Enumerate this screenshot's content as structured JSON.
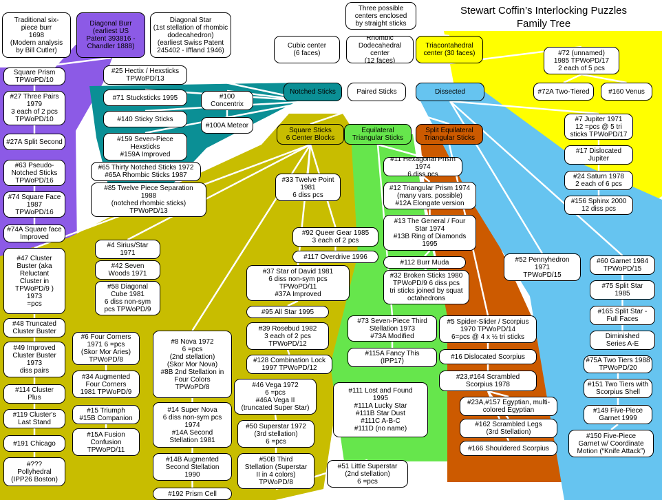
{
  "title": "Stewart Coffin’s Interlocking Puzzles\nFamily Tree",
  "colors": {
    "purple": "#8c5ae6",
    "teal": "#0b8f95",
    "olive": "#c8bd00",
    "yellow": "#ffff00",
    "green": "#66e64c",
    "orange": "#cc5a00",
    "blue": "#66c4f0"
  },
  "nodes": [
    {
      "id": "root",
      "text": "Three possible\ncenters enclosed\nby straight sticks"
    },
    {
      "id": "cubic",
      "text": "Cubic center\n(6 faces)"
    },
    {
      "id": "rhombic",
      "text": "Rhombic\nDodecahedral\ncenter\n(12 faces)"
    },
    {
      "id": "triac",
      "text": "Triacontahedral\ncenter (30 faces)"
    },
    {
      "id": "trad",
      "text": "Traditional six-\npiece burr\n1698\n(Modern analysis\nby Bill Cutler)"
    },
    {
      "id": "diagburr",
      "text": "Diagonal Burr\n(earliest US\nPatent 393816 -\nChandler 1888)"
    },
    {
      "id": "diagstar",
      "text": "Diagonal Star\n(1st stellation of rhombic\ndodecahedron)\n(earliest Swiss Patent\n245402 - Iffland 1946)"
    },
    {
      "id": "sqprism",
      "text": "Square Prism\nTPWoPD/10"
    },
    {
      "id": "n27",
      "text": "#27 Three Pairs\n1979\n3 each of 2 pcs\nTPWoPD/10"
    },
    {
      "id": "n27a",
      "text": "#27A Split Second"
    },
    {
      "id": "n63",
      "text": "#63 Pseudo-\nNotched Sticks\nTPWoPD/16"
    },
    {
      "id": "n74",
      "text": "#74 Square Face\n1987\nTPWoPD/16"
    },
    {
      "id": "n74a",
      "text": "#74A Square face\nImproved"
    },
    {
      "id": "n25",
      "text": "#25 Hectix / Hexsticks\nTPWoPD/13"
    },
    {
      "id": "n71",
      "text": "#71 Stucksticks 1995"
    },
    {
      "id": "n100",
      "text": "#100\nConcentrix"
    },
    {
      "id": "n100a",
      "text": "#100A Meteor"
    },
    {
      "id": "n140",
      "text": "#140 Sticky Sticks"
    },
    {
      "id": "n159",
      "text": "#159 Seven-Piece\nHexsticks\n#159A Improved"
    },
    {
      "id": "n65",
      "text": "#65 Thirty Notched Sticks 1972\n#65A Rhombic Sticks 1987"
    },
    {
      "id": "n85",
      "text": "#85 Twelve Piece Separation\n1988\n(notched rhombic sticks)\nTPWoPD/13"
    },
    {
      "id": "notched",
      "text": "Notched Sticks"
    },
    {
      "id": "paired",
      "text": "Paired Sticks"
    },
    {
      "id": "dissected",
      "text": "Dissected"
    },
    {
      "id": "sqsticks",
      "text": "Square Sticks\n6 Center Blocks"
    },
    {
      "id": "eqtri",
      "text": "Equilateral\nTriangular Sticks"
    },
    {
      "id": "spliteq",
      "text": "Split Equilateral\nTriangular Sticks"
    },
    {
      "id": "n72",
      "text": "#72 (unnamed)\n1985 TPWoPD/17\n2 each of 5 pcs"
    },
    {
      "id": "n72a",
      "text": "#72A Two-Tiered"
    },
    {
      "id": "n160",
      "text": "#160 Venus"
    },
    {
      "id": "n7",
      "text": "#7 Jupiter 1971\n12 =pcs @ 5 tri\nsticks TPWoPD/17"
    },
    {
      "id": "n17",
      "text": "#17 Dislocated\nJupiter"
    },
    {
      "id": "n24",
      "text": "#24 Saturn 1978\n2 each of 6 pcs"
    },
    {
      "id": "n156",
      "text": "#156 Sphinx 2000\n12 diss pcs"
    },
    {
      "id": "n33",
      "text": "#33 Twelve Point\n1981\n6 diss pcs"
    },
    {
      "id": "n11",
      "text": "#11 Hexagonal Prism 1974\n6 diss pcs"
    },
    {
      "id": "n12",
      "text": "#12 Triangular Prism 1974\n(many vars. possible)\n#12A Elongate version"
    },
    {
      "id": "n13",
      "text": "#13 The General / Four\nStar 1974\n#13B Ring of Diamonds\n1995"
    },
    {
      "id": "n92",
      "text": "#92 Queer Gear 1985\n3 each of 2 pcs"
    },
    {
      "id": "n117",
      "text": "#117 Overdrive 1996"
    },
    {
      "id": "n112",
      "text": "#112 Burr Muda"
    },
    {
      "id": "n32",
      "text": "#32 Broken Sticks 1980\nTPWoPD/9 6 diss pcs\ntri sticks joined by squat\noctahedrons"
    },
    {
      "id": "n4",
      "text": "#4 Sirius/Star\n1971"
    },
    {
      "id": "n42",
      "text": "#42 Seven\nWoods 1971"
    },
    {
      "id": "n58",
      "text": "#58 Diagonal\nCube 1981\n6 diss non-sym\npcs TPWoPD/9"
    },
    {
      "id": "n47",
      "text": "#47 Cluster\nBuster (aka\nReluctant\nCluster in\nTPWoPD/9 )\n1973\n=pcs"
    },
    {
      "id": "n48",
      "text": "#48 Truncated\nCluster Buster"
    },
    {
      "id": "n49",
      "text": "#49 Improved\nCluster Buster\n1973\ndiss pairs"
    },
    {
      "id": "n114",
      "text": "#114 Cluster\nPlus"
    },
    {
      "id": "n119",
      "text": "#119 Cluster's\nLast Stand"
    },
    {
      "id": "n191",
      "text": "#191 Chicago"
    },
    {
      "id": "nq",
      "text": "#???\nPollyhedral\n(IPP26 Boston)"
    },
    {
      "id": "n37",
      "text": "#37 Star of David 1981\n6 diss non-sym pcs\nTPWoPD/11\n#37A Improved"
    },
    {
      "id": "n95",
      "text": "#95 All Star 1995"
    },
    {
      "id": "n39",
      "text": "#39 Rosebud 1982\n3 each of 2 pcs\nTPWoPD/12"
    },
    {
      "id": "n128",
      "text": "#128 Combination Lock\n1997 TPWoPD/12"
    },
    {
      "id": "n52",
      "text": "#52 Pennyhedron\n1971\nTPWoPD/15"
    },
    {
      "id": "n60",
      "text": "#60 Garnet 1984\nTPWoPD/15"
    },
    {
      "id": "n75",
      "text": "#75 Split Star\n1985"
    },
    {
      "id": "n165",
      "text": "#165 Split Star -\nFull Faces"
    },
    {
      "id": "dimin",
      "text": "Diminished\nSeries A-E"
    },
    {
      "id": "n75a",
      "text": "#75A Two Tiers 1988\nTPWoPD/20"
    },
    {
      "id": "n151",
      "text": "#151 Two Tiers with\nScorpius Shell"
    },
    {
      "id": "n149",
      "text": "#149 Five-Piece\nGarnet 1999"
    },
    {
      "id": "n150",
      "text": "#150 Five-Piece\nGarnet w/ Coordinate\nMotion (“Knife Attack”)"
    },
    {
      "id": "n73",
      "text": "#73 Seven-Piece Third\nStellation 1973\n#73A Modified"
    },
    {
      "id": "n115a",
      "text": "#115A Fancy This\n(IPP17)"
    },
    {
      "id": "n5",
      "text": "#5 Spider-Slider / Scorpius\n1970 TPWoPD/14\n6=pcs @ 4 x ½ tri sticks"
    },
    {
      "id": "n16",
      "text": "#16 Dislocated Scorpius"
    },
    {
      "id": "n23",
      "text": "#23,#164 Scrambled\nScorpius 1978"
    },
    {
      "id": "n23a",
      "text": "#23A,#157 Egyptian, multi-\ncolored Egyptian"
    },
    {
      "id": "n162",
      "text": "#162 Scrambled Legs\n(3rd Stellation)"
    },
    {
      "id": "n166",
      "text": "#166 Shouldered Scorpius"
    },
    {
      "id": "n111",
      "text": "#111 Lost and Found\n1995\n#111A Lucky Star\n#111B Star Dust\n#111C A-B-C\n#111D (no name)"
    },
    {
      "id": "n6",
      "text": "#6 Four Corners\n1971  6 =pcs\n(Skor Mor Aries)\nTPWoPD/8"
    },
    {
      "id": "n34",
      "text": "#34 Augmented\nFour Corners\n1981 TPWoPD/9"
    },
    {
      "id": "n15",
      "text": "#15 Triumph\n#15B Companion"
    },
    {
      "id": "n15a",
      "text": "#15A Fusion\nConfusion\nTPWoPD/11"
    },
    {
      "id": "n8",
      "text": "#8 Nova 1972\n6 =pcs\n(2nd stellation)\n(Skor Mor Nova)\n#8B 2nd Stellation in\nFour Colors\nTPWoPD/8"
    },
    {
      "id": "n14",
      "text": "#14 Super Nova\n6 diss non-sym pcs\n1974\n#14A Second\nStellation 1981"
    },
    {
      "id": "n14b",
      "text": "#14B Augmented\nSecond Stellation\n1990"
    },
    {
      "id": "n192",
      "text": "#192 Prism Cell"
    },
    {
      "id": "n46",
      "text": "#46 Vega 1972\n6 =pcs\n#46A Vega II\n(truncated Super Star)"
    },
    {
      "id": "n50",
      "text": "#50 Superstar 1972\n(3rd stellation)\n6 =pcs"
    },
    {
      "id": "n50b",
      "text": "#50B Third\nStellation (Superstar\nII in 4 colors)\nTPWoPD/8"
    },
    {
      "id": "n51",
      "text": "#51 Little Superstar\n(2nd stellation)\n6 =pcs"
    }
  ]
}
